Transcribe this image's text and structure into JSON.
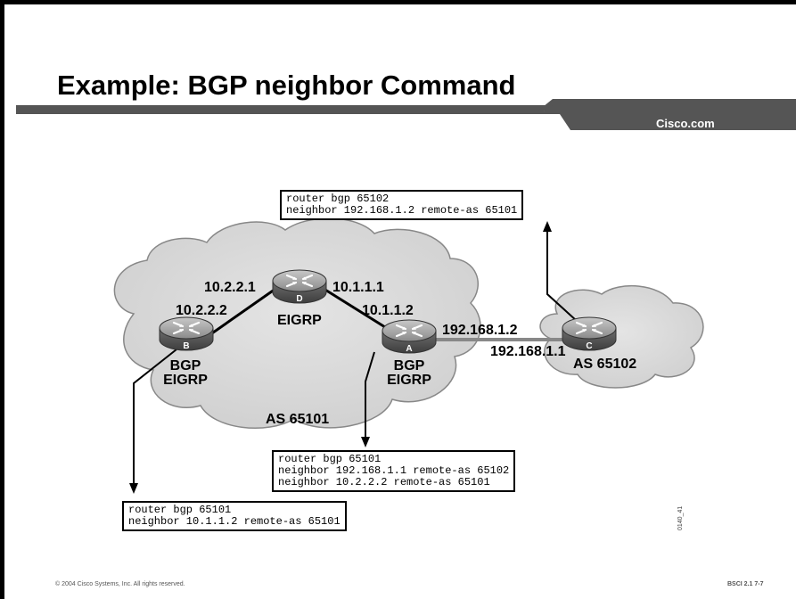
{
  "slide": {
    "title": "Example: BGP neighbor Command",
    "brand": "Cisco.com",
    "copyright": "© 2004 Cisco Systems, Inc. All rights reserved.",
    "course_ref": "BSCI 2.1     7-7",
    "figure_id": "0140_41"
  },
  "routers": {
    "B": {
      "letter": "B",
      "label1": "BGP",
      "label2": "EIGRP",
      "ip": "10.2.2.2"
    },
    "D": {
      "letter": "D",
      "label1": "EIGRP",
      "ip_left": "10.2.2.1",
      "ip_right": "10.1.1.1"
    },
    "A": {
      "letter": "A",
      "label1": "BGP",
      "label2": "EIGRP",
      "ip_left": "10.1.1.2",
      "ip_right": "192.168.1.2"
    },
    "C": {
      "letter": "C",
      "label1": "AS 65102",
      "ip": "192.168.1.1"
    }
  },
  "as_label": "AS 65101",
  "configs": {
    "C": [
      "router bgp 65102",
      "neighbor 192.168.1.2 remote-as 65101"
    ],
    "A": [
      "router bgp 65101",
      "neighbor 192.168.1.1 remote-as 65102",
      "neighbor 10.2.2.2 remote-as 65101"
    ],
    "B": [
      "router bgp 65101",
      "neighbor 10.1.1.2 remote-as 65101"
    ]
  }
}
